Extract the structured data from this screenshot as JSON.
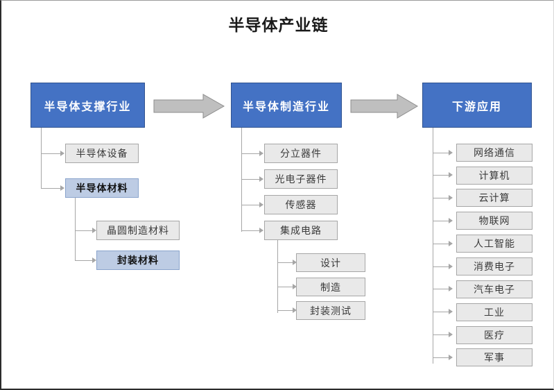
{
  "diagram": {
    "title": "半导体产业链",
    "type": "industry-chain-flow",
    "colors": {
      "main_box_fill": "#4472C4",
      "main_box_text": "#FFFFFF",
      "leaf_gray_fill": "#E9E9E9",
      "leaf_highlight_fill": "#BDCCE4",
      "connector": "#A6A6A6",
      "block_arrow_fill": "#BFBFBF",
      "background": "#FFFFFF"
    },
    "columns": [
      {
        "id": "support",
        "main": {
          "label": "半导体支撑行业"
        },
        "children": [
          {
            "label": "半导体设备",
            "style": "gray"
          },
          {
            "label": "半导体材料",
            "style": "highlight",
            "children": [
              {
                "label": "晶圆制造材料",
                "style": "gray"
              },
              {
                "label": "封装材料",
                "style": "highlight"
              }
            ]
          }
        ]
      },
      {
        "id": "manufacturing",
        "main": {
          "label": "半导体制造行业"
        },
        "children": [
          {
            "label": "分立器件",
            "style": "gray"
          },
          {
            "label": "光电子器件",
            "style": "gray"
          },
          {
            "label": "传感器",
            "style": "gray"
          },
          {
            "label": "集成电路",
            "style": "gray",
            "children": [
              {
                "label": "设计",
                "style": "gray"
              },
              {
                "label": "制造",
                "style": "gray"
              },
              {
                "label": "封装测试",
                "style": "gray"
              }
            ]
          }
        ]
      },
      {
        "id": "downstream",
        "main": {
          "label": "下游应用"
        },
        "children": [
          {
            "label": "网络通信",
            "style": "gray"
          },
          {
            "label": "计算机",
            "style": "gray"
          },
          {
            "label": "云计算",
            "style": "gray"
          },
          {
            "label": "物联网",
            "style": "gray"
          },
          {
            "label": "人工智能",
            "style": "gray"
          },
          {
            "label": "消费电子",
            "style": "gray"
          },
          {
            "label": "汽车电子",
            "style": "gray"
          },
          {
            "label": "工业",
            "style": "gray"
          },
          {
            "label": "医疗",
            "style": "gray"
          },
          {
            "label": "军事",
            "style": "gray"
          }
        ]
      }
    ],
    "flow_arrows": [
      {
        "from": "support",
        "to": "manufacturing",
        "name": "flow-arrow-support-to-manufacturing"
      },
      {
        "from": "manufacturing",
        "to": "downstream",
        "name": "flow-arrow-manufacturing-to-downstream"
      }
    ]
  }
}
